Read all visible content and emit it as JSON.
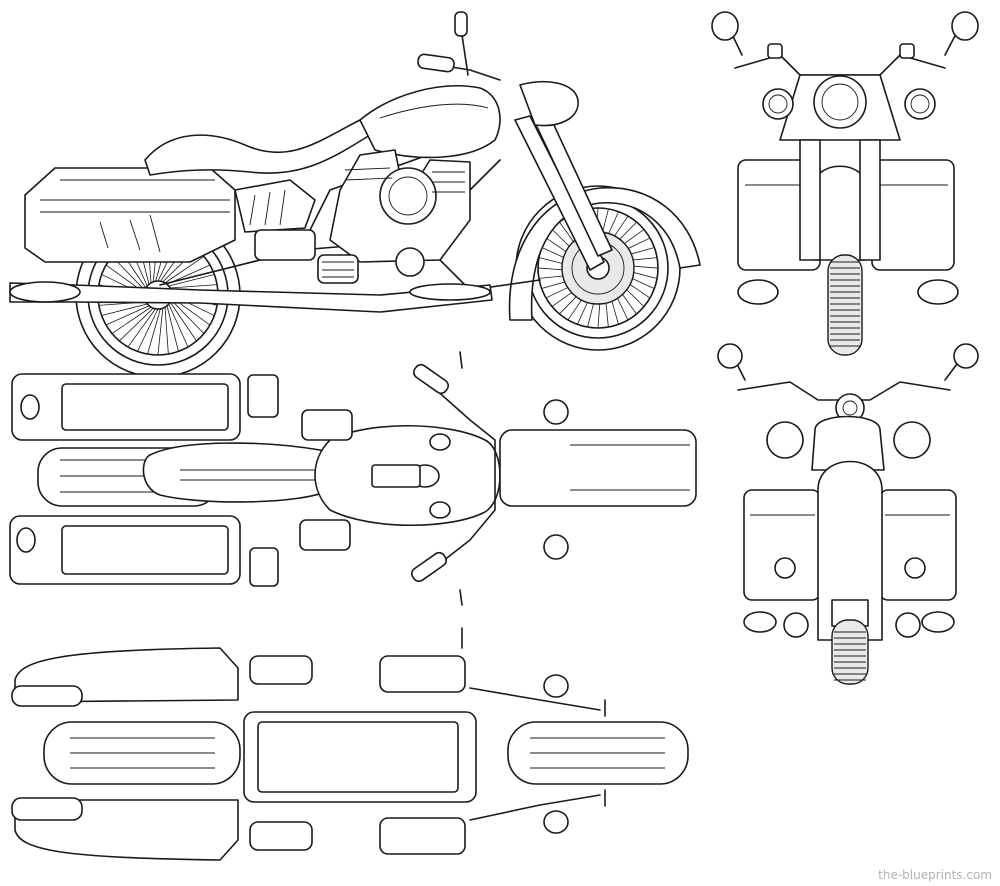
{
  "diagram": {
    "subject": "motorcycle-blueprint",
    "views": [
      "side-view",
      "front-view",
      "rear-view",
      "top-view",
      "bottom-view"
    ],
    "colors": {
      "ink": "#1a1a1a",
      "paper": "#ffffff",
      "watermark": "#b3b3b3"
    }
  },
  "watermark": {
    "text": "the-blueprints.com"
  }
}
